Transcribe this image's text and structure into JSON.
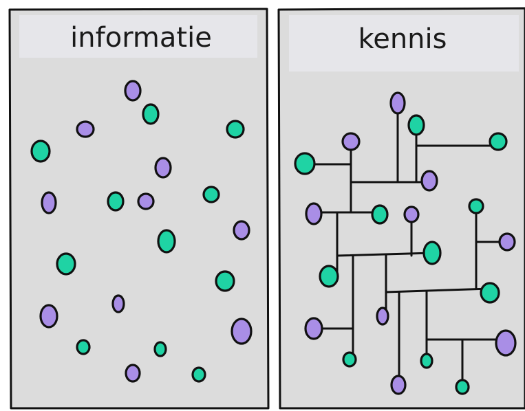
{
  "panels": [
    {
      "id": "informatie",
      "title": "informatie"
    },
    {
      "id": "kennis",
      "title": "kennis"
    }
  ],
  "colors": {
    "teal": "#1fd3a4",
    "purple": "#a98ee6",
    "panel": "#dcdcdc",
    "header": "#e6e6ea",
    "ink": "#111111"
  },
  "dot_kinds": [
    "teal",
    "purple"
  ]
}
